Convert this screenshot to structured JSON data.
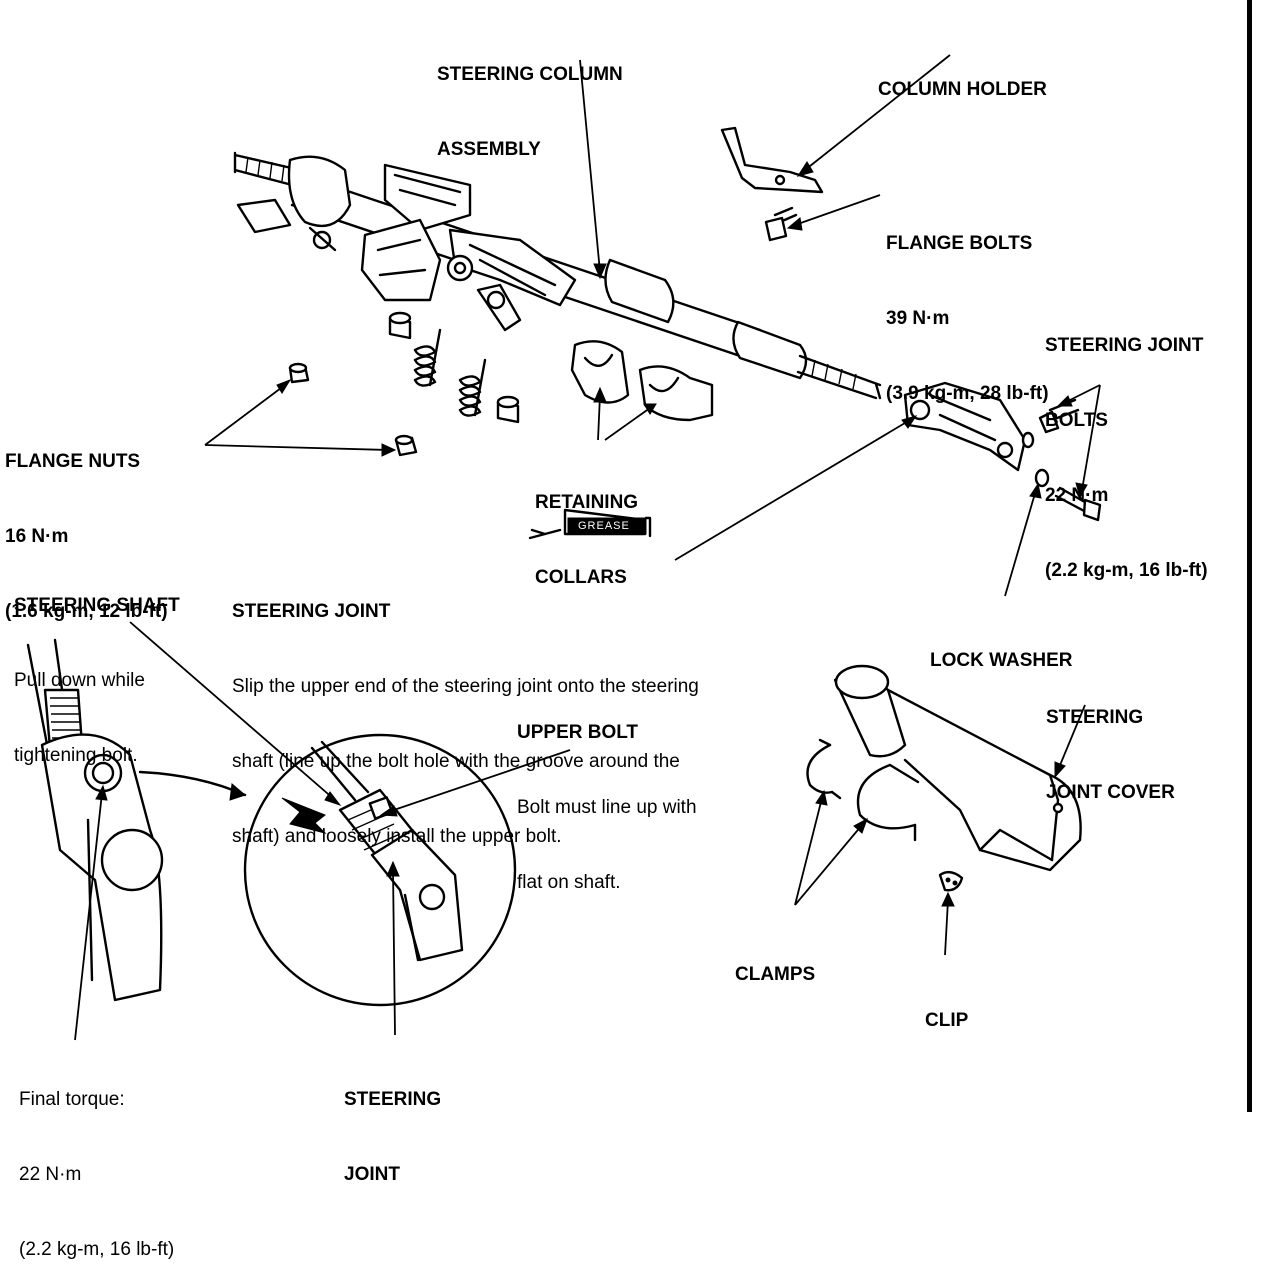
{
  "labels": {
    "steering_column_assembly": [
      "STEERING COLUMN",
      "ASSEMBLY"
    ],
    "column_holder": "COLUMN HOLDER",
    "flange_bolts": {
      "name": "FLANGE BOLTS",
      "torque": "39 N·m",
      "torque_alt": "(3.9 kg-m, 28 lb-ft)"
    },
    "steering_joint_bolts": {
      "name": [
        "STEERING JOINT",
        "BOLTS"
      ],
      "torque": "22 N·m",
      "torque_alt": "(2.2 kg-m, 16 lb-ft)"
    },
    "flange_nuts": {
      "name": "FLANGE NUTS",
      "torque": "16 N·m",
      "torque_alt": "(1.6 kg-m, 12 lb-ft)"
    },
    "retaining_collars": [
      "RETAINING",
      "COLLARS"
    ],
    "grease": "GREASE",
    "steering_shaft": {
      "name": "STEERING SHAFT",
      "note": [
        "Pull down while",
        "tightening bolt."
      ]
    },
    "steering_joint_note": {
      "name": "STEERING JOINT",
      "text": [
        "Slip the upper end of the steering joint onto the steering",
        "shaft (line up the bolt hole with the groove around the",
        "shaft) and loosely install the upper bolt."
      ]
    },
    "lock_washer": "LOCK WASHER",
    "upper_bolt": {
      "name": "UPPER BOLT",
      "note": [
        "Bolt must line up with",
        "flat on shaft."
      ]
    },
    "steering_joint_cover": [
      "STEERING",
      "JOINT COVER"
    ],
    "clamps": "CLAMPS",
    "clip": "CLIP",
    "final_torque": {
      "label": "Final torque:",
      "torque": "22 N·m",
      "torque_alt": "(2.2 kg-m, 16 lb-ft)"
    },
    "steering_joint_detail": [
      "STEERING",
      "JOINT"
    ]
  }
}
